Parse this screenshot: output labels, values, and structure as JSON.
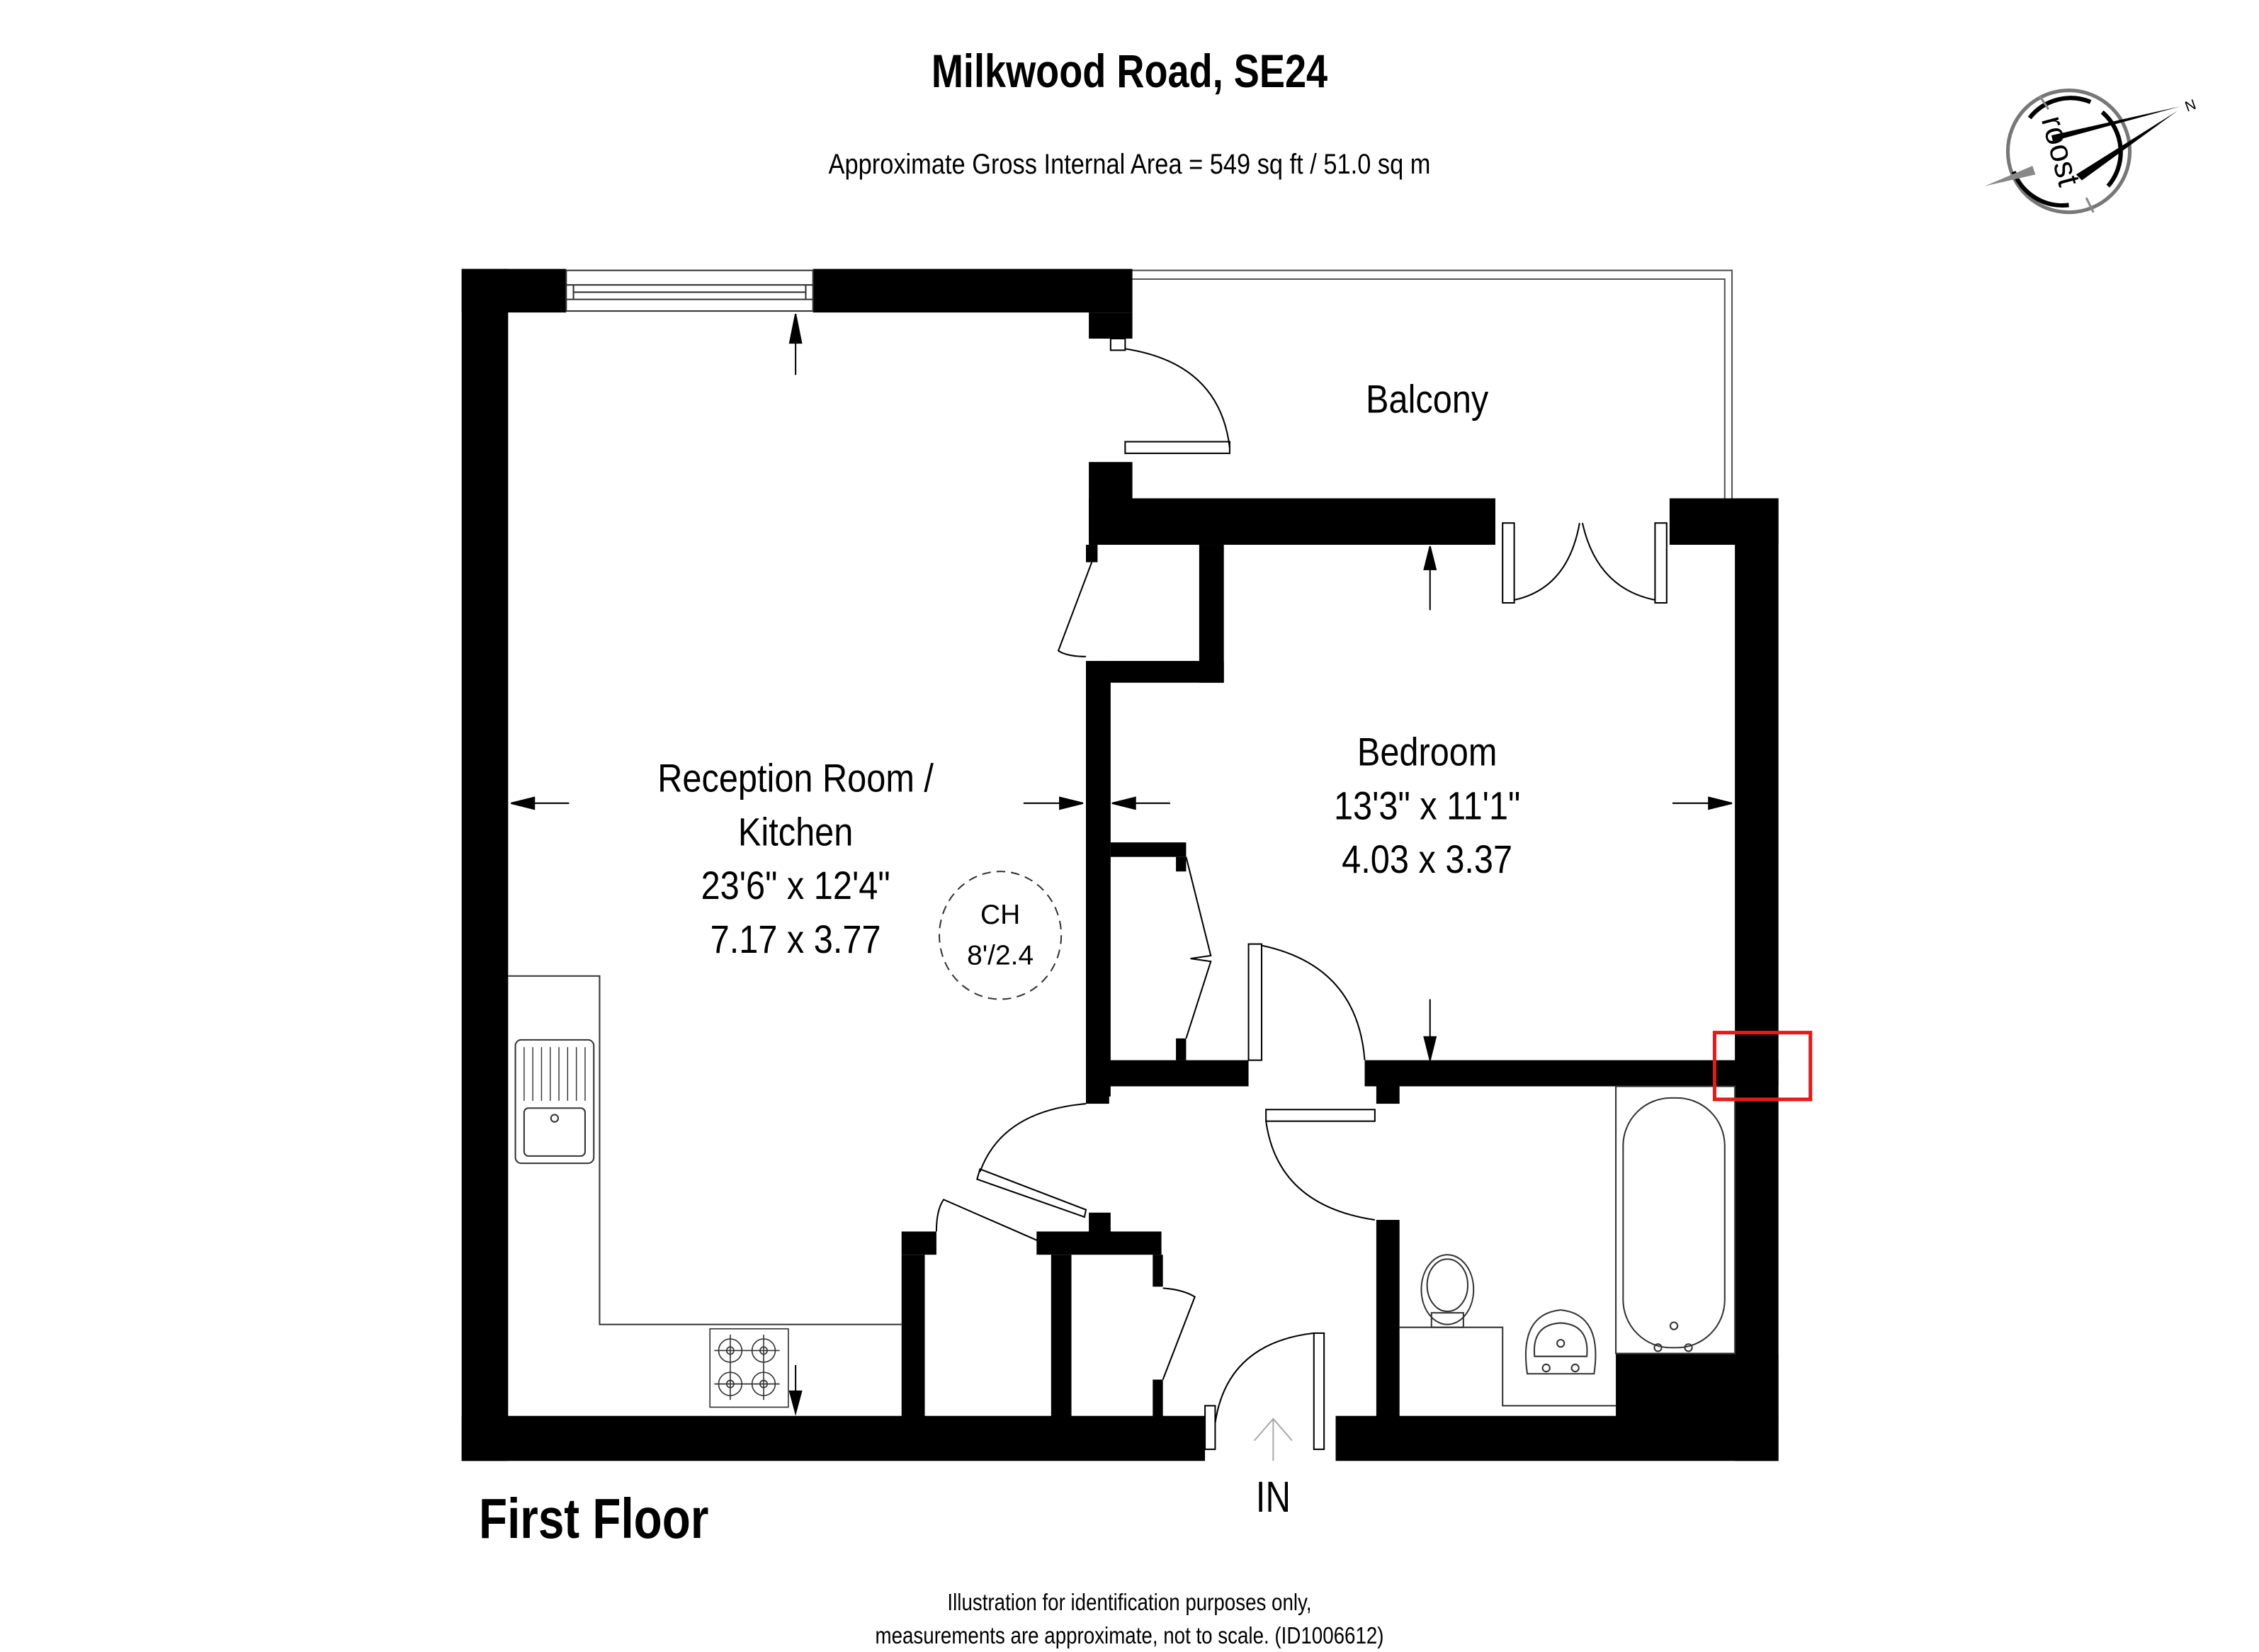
{
  "header": {
    "title": "Milkwood Road, SE24",
    "area_text": "Approximate Gross Internal Area =  549 sq ft / 51.0 sq m"
  },
  "logo": {
    "brand": "roost",
    "compass_letter": "N"
  },
  "rooms": [
    {
      "name_line1": "Reception Room /",
      "name_line2": "Kitchen",
      "imperial": "23'6\" x 12'4\"",
      "metric": "7.17 x 3.77"
    },
    {
      "name_line1": "Bedroom",
      "imperial": "13'3\" x 11'1\"",
      "metric": "4.03 x 3.37"
    },
    {
      "name_line1": "Balcony"
    }
  ],
  "ceiling_height": {
    "label": "CH",
    "value": "8'/2.4"
  },
  "entrance": {
    "label": "IN"
  },
  "floor_label": "First Floor",
  "disclaimer": {
    "line1": "Illustration for identification purposes only,",
    "line2": "measurements are approximate, not to scale. (ID1006612)"
  },
  "highlight": {
    "color": "#e8191b"
  }
}
